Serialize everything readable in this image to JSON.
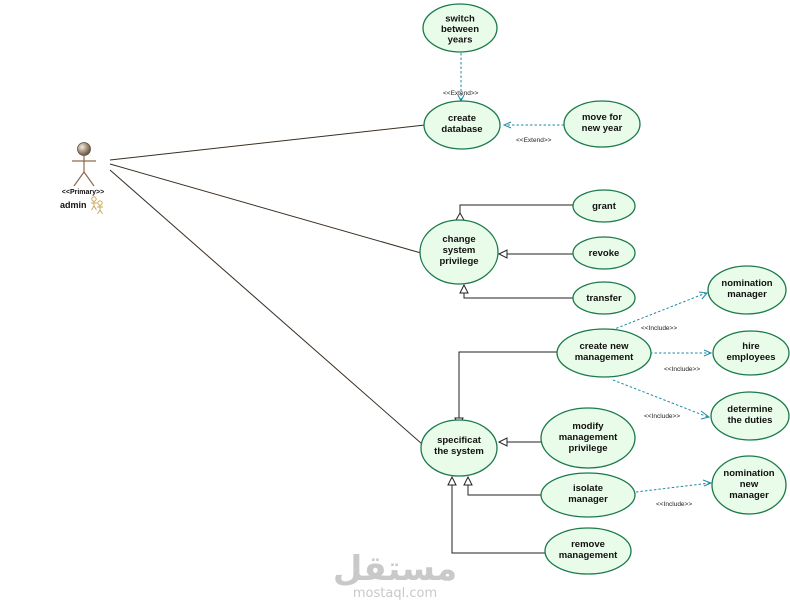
{
  "actor": {
    "name": "admin",
    "stereotype": "<<Primary>>"
  },
  "use_cases": {
    "switch_years": [
      "switch",
      "between",
      "years"
    ],
    "create_database": [
      "create",
      "database"
    ],
    "move_new_year": [
      "move for",
      "new year"
    ],
    "change_privilege": [
      "change",
      "system",
      "privilege"
    ],
    "grant": [
      "grant"
    ],
    "revoke": [
      "revoke"
    ],
    "transfer": [
      "transfer"
    ],
    "create_management": [
      "create new",
      "management"
    ],
    "nomination_manager": [
      "nomination",
      "manager"
    ],
    "hire_employees": [
      "hire",
      "employees"
    ],
    "determine_duties": [
      "determine",
      "the duties"
    ],
    "specify_system": [
      "specificat",
      "the system"
    ],
    "modify_privilege": [
      "modify",
      "management",
      "privilege"
    ],
    "isolate_manager": [
      "isolate",
      "manager"
    ],
    "nomination_new_manager": [
      "nomination",
      "new",
      "manager"
    ],
    "remove_management": [
      "remove",
      "management"
    ]
  },
  "stereotypes": {
    "extend_years": "<<Extend>>",
    "extend_new_year": "<<Extend>>",
    "include_nomination": "<<Include>>",
    "include_hire": "<<Include>>",
    "include_duties": "<<Include>>",
    "include_new_manager": "<<Include>>"
  },
  "watermark": {
    "arabic": "مستقل",
    "latin": "mostaql.com"
  },
  "colors": {
    "usecase_fill": "#e9fbe9",
    "usecase_stroke": "#1a7a4a",
    "dependency": "#1f8aa8",
    "association": "#3a2e22"
  }
}
